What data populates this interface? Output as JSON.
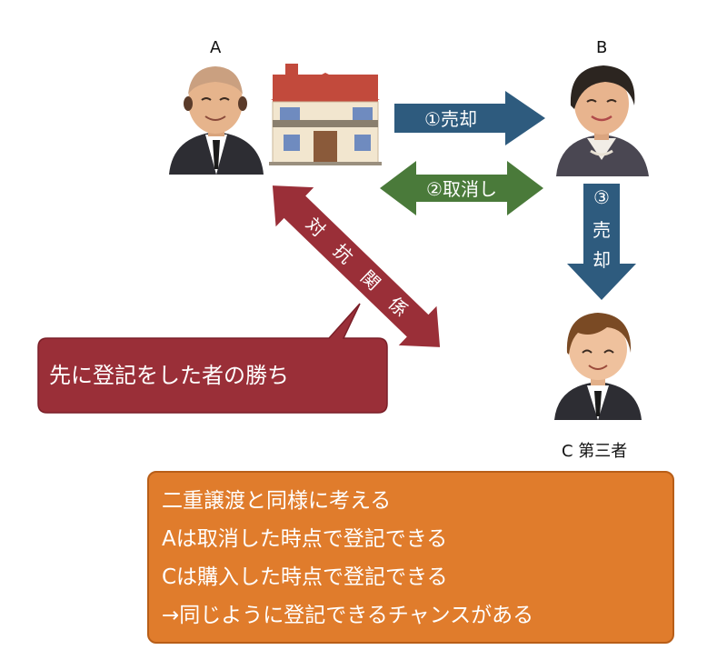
{
  "people": {
    "a_label": "A",
    "b_label": "B",
    "c_label": "C 第三者"
  },
  "arrows": {
    "sale": "①売却",
    "cancel": "②取消し",
    "sale3_chars": [
      "③",
      "売",
      "却"
    ],
    "opposition_chars": [
      "対",
      "抗",
      "関",
      "係"
    ]
  },
  "callout": {
    "text": "先に登記をした者の勝ち"
  },
  "note": {
    "lines": [
      "二重譲渡と同様に考える",
      "Aは取消した時点で登記できる",
      "Cは購入した時点で登記できる",
      "→同じように登記できるチャンスがある"
    ]
  },
  "colors": {
    "blue_arrow": "#2e5b7e",
    "green_arrow": "#4a7a3a",
    "red_callout": "#9a2f38",
    "orange_note": "#e07c2c"
  }
}
